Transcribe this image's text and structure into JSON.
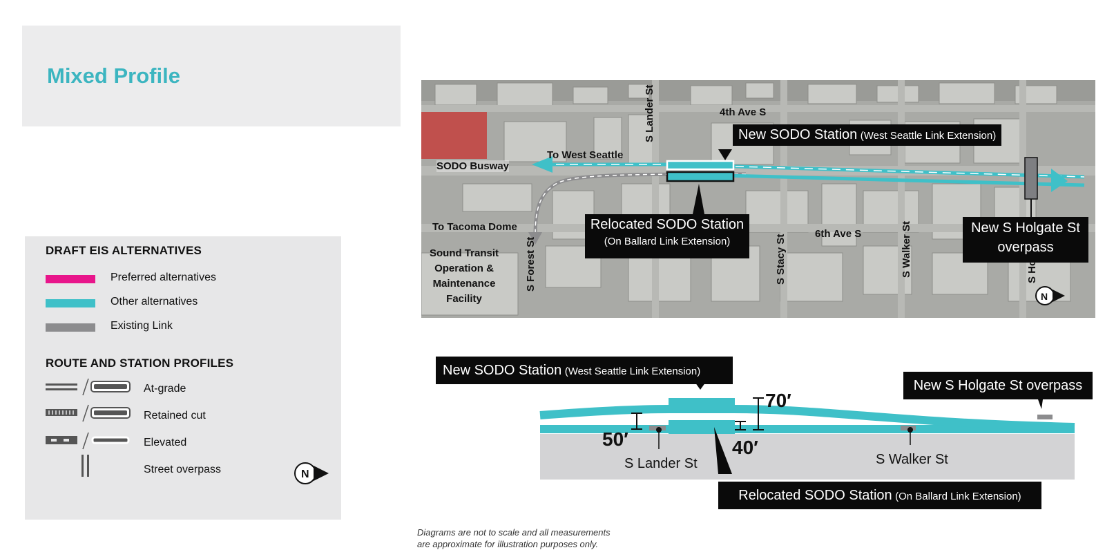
{
  "title": "Mixed Profile",
  "legend": {
    "section1_heading": "DRAFT EIS ALTERNATIVES",
    "items": [
      {
        "label": "Preferred alternatives",
        "color": "#e8168b"
      },
      {
        "label": "Other alternatives",
        "color": "#3fc0c8"
      },
      {
        "label": "Existing Link",
        "color": "#8c8c8e"
      }
    ],
    "section2_heading": "ROUTE AND STATION PROFILES",
    "profiles": [
      {
        "label": "At-grade",
        "icon": "at-grade-icon"
      },
      {
        "label": "Retained cut",
        "icon": "retained-cut-icon"
      },
      {
        "label": "Elevated",
        "icon": "elevated-icon"
      },
      {
        "label": "Street overpass",
        "icon": "street-overpass-icon"
      }
    ],
    "north": "N"
  },
  "map": {
    "streets": {
      "fourth_ave": "4th Ave S",
      "lander": "S Lander St",
      "busway": "SODO Busway",
      "sixth_ave": "6th Ave S",
      "stacy": "S Stacy St",
      "walker": "S Walker St",
      "forest": "S Forest St",
      "holgate_partial": "S Ho"
    },
    "labels": {
      "to_west_seattle": "To West Seattle",
      "to_tacoma": "To Tacoma Dome",
      "facility": [
        "Sound Transit",
        "Operation &",
        "Maintenance",
        "Facility"
      ]
    },
    "callouts": {
      "new_station_main": "New SODO Station",
      "new_station_sub": "(West Seattle Link Extension)",
      "relocated_main": "Relocated SODO Station",
      "relocated_sub": "(On Ballard Link Extension)",
      "overpass": [
        "New S Holgate St",
        "overpass"
      ]
    },
    "north": "N"
  },
  "profile": {
    "new_station_main": "New SODO Station",
    "new_station_sub": "(West Seattle Link Extension)",
    "overpass": "New S Holgate St overpass",
    "relocated_main": "Relocated SODO Station",
    "relocated_sub": "(On Ballard Link Extension)",
    "lander": "S Lander St",
    "walker": "S Walker St",
    "dims": {
      "d70": "70′",
      "d50": "50′",
      "d40": "40′"
    }
  },
  "disclaimer": [
    "Diagrams are not to scale and all measurements",
    "are approximate for illustration purposes only."
  ],
  "colors": {
    "accent": "#3cb5c0",
    "line": "#3fc0c8",
    "preferred": "#e8168b",
    "existing": "#8c8c8e"
  }
}
